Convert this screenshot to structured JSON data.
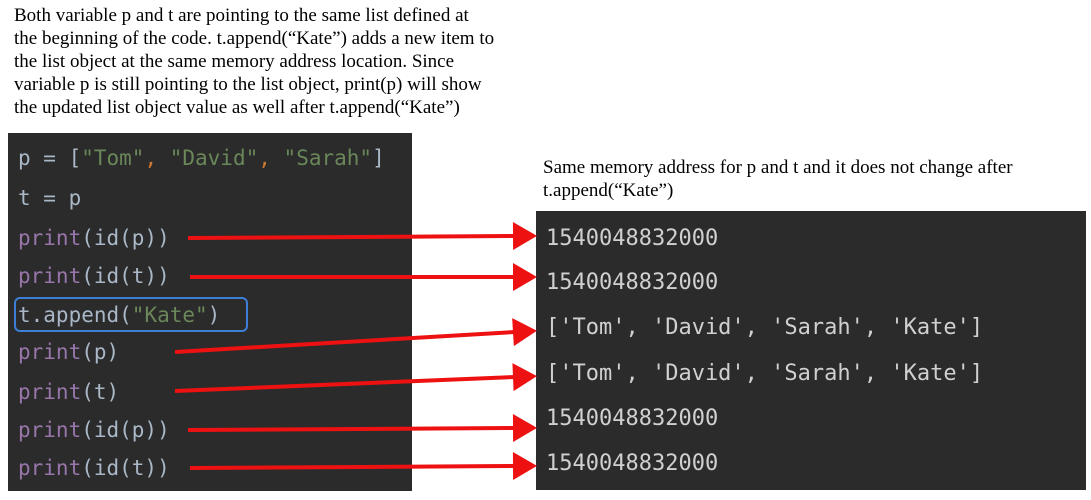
{
  "explanation": {
    "lines": [
      "Both variable p and t are pointing to the same list defined at",
      "the beginning of the code. t.append(“Kate”) adds a new item to",
      "the list object at the same memory address location. Since",
      "variable p is still pointing to the list object, print(p) will show",
      "the updated list object value as well after t.append(“Kate”)"
    ]
  },
  "output_caption": {
    "lines": [
      "Same memory address for p and t and it does not change after",
      "t.append(“Kate”)"
    ]
  },
  "code": {
    "line1": {
      "a": "p = [",
      "b": "\"Tom\"",
      "c": ", ",
      "d": "\"David\"",
      "e": ", ",
      "f": "\"Sarah\"",
      "g": "]"
    },
    "line2": "t = p",
    "line3": {
      "fn": "print",
      "rest": "(id(p))"
    },
    "line4": {
      "fn": "print",
      "rest": "(id(t))"
    },
    "line5": {
      "a": "t.append(",
      "b": "\"Kate\"",
      "c": ")"
    },
    "line6": {
      "fn": "print",
      "rest": "(p)"
    },
    "line7": {
      "fn": "print",
      "rest": "(t)"
    },
    "line8": {
      "fn": "print",
      "rest": "(id(p))"
    },
    "line9": {
      "fn": "print",
      "rest": "(id(t))"
    }
  },
  "output": {
    "lines": [
      "1540048832000",
      "1540048832000",
      "['Tom', 'David', 'Sarah', 'Kate']",
      "['Tom', 'David', 'Sarah', 'Kate']",
      "1540048832000",
      "1540048832000"
    ]
  },
  "colors": {
    "arrow": "#ee1111",
    "panel_bg": "#2b2b2b",
    "highlight_border": "#3d7fd6"
  }
}
